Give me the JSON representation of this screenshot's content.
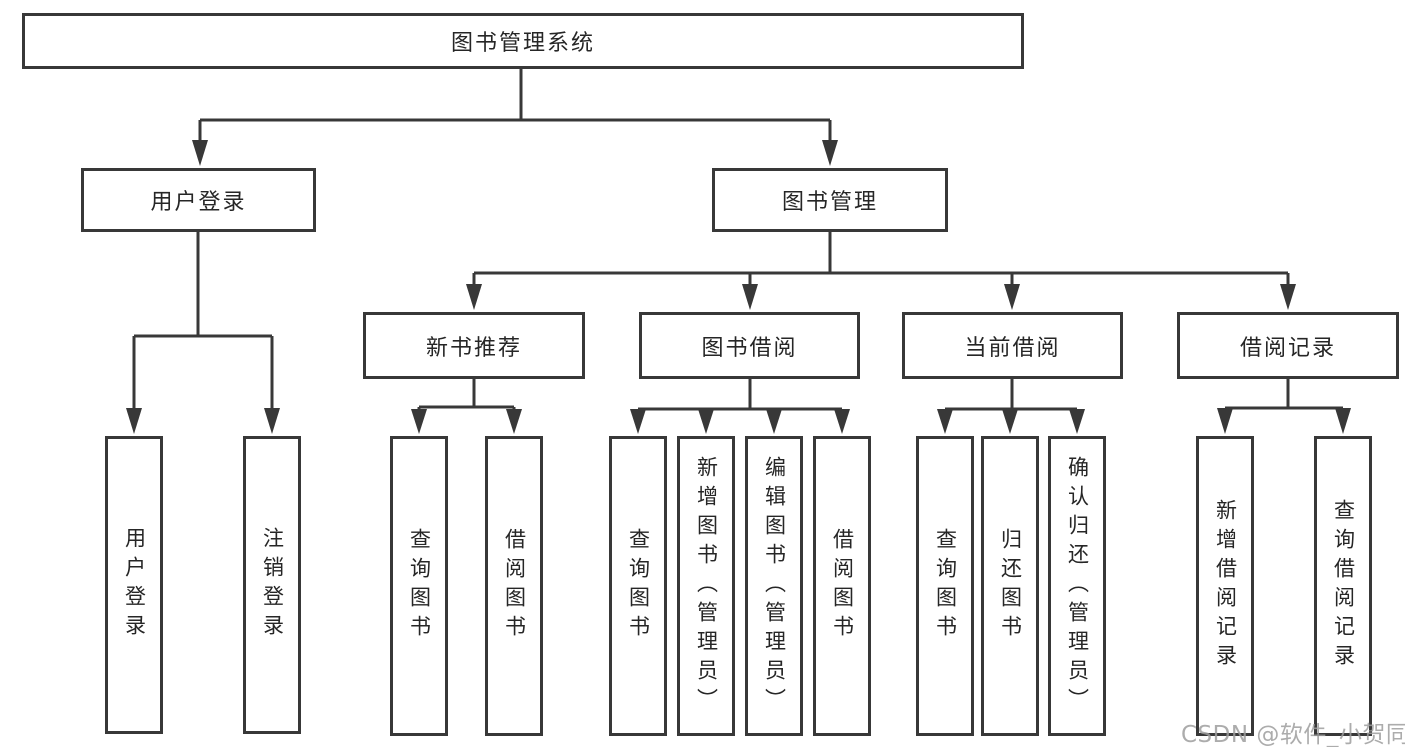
{
  "diagram": {
    "tree": {
      "label": "图书管理系统",
      "children": [
        {
          "label": "用户登录",
          "children": [
            {
              "label": "用户登录"
            },
            {
              "label": "注销登录"
            }
          ]
        },
        {
          "label": "图书管理",
          "children": [
            {
              "label": "新书推荐",
              "children": [
                {
                  "label": "查询图书"
                },
                {
                  "label": "借阅图书"
                }
              ]
            },
            {
              "label": "图书借阅",
              "children": [
                {
                  "label": "查询图书"
                },
                {
                  "label": "新增图书（管理员）"
                },
                {
                  "label": "编辑图书（管理员）"
                },
                {
                  "label": "借阅图书"
                }
              ]
            },
            {
              "label": "当前借阅",
              "children": [
                {
                  "label": "查询图书"
                },
                {
                  "label": "归还图书"
                },
                {
                  "label": "确认归还（管理员）"
                }
              ]
            },
            {
              "label": "借阅记录",
              "children": [
                {
                  "label": "新增借阅记录"
                },
                {
                  "label": "查询借阅记录"
                }
              ]
            }
          ]
        }
      ]
    },
    "colors": {
      "line": "#383838",
      "text": "#262626",
      "watermark": "#9e9e9e"
    }
  },
  "watermark": {
    "text": "CSDN @软件_小贺同学"
  }
}
